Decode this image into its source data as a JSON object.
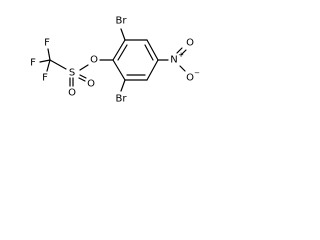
{
  "molecule": {
    "atoms": {
      "br_top": "Br",
      "br_bottom": "Br",
      "o_ether": "O",
      "s": "S",
      "o_s_right": "O",
      "o_s_bottom": "O",
      "f_top": "F",
      "f_left": "F",
      "f_bottom": "F",
      "n_nitro": "N",
      "o_nitro_top": "O",
      "o_nitro_bottom": "O"
    },
    "charges": {
      "n_nitro": "+",
      "o_nitro_bottom": "−"
    }
  }
}
